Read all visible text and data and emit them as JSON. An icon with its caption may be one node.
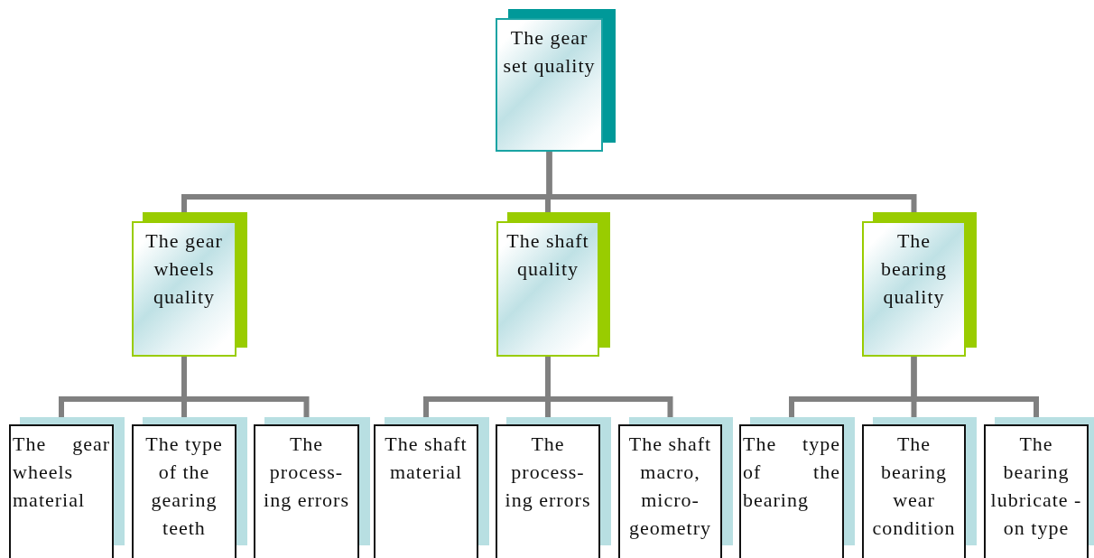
{
  "diagram": {
    "nodes": [
      {
        "text": [
          "The gear set quality"
        ]
      },
      {
        "text": [
          "The gear wheels quality"
        ]
      },
      {
        "text": [
          "The shaft quality"
        ]
      },
      {
        "text": [
          "The bearing quality"
        ]
      },
      {
        "text": [
          "The gear wheels material"
        ]
      },
      {
        "text": [
          "The type of the gearing teeth"
        ]
      },
      {
        "text": [
          "The process-ing errors"
        ]
      },
      {
        "text": [
          "The shaft material"
        ]
      },
      {
        "text": [
          "The process-ing errors"
        ]
      },
      {
        "text": [
          "The shaft macro, micro-geometry"
        ]
      },
      {
        "text": [
          "The type of the bearing"
        ]
      },
      {
        "text": [
          "The bearing wear condition"
        ]
      },
      {
        "text": [
          "The bearing lubricate -on type"
        ]
      }
    ],
    "edges": [
      {
        "from": 0,
        "to": 1,
        "arrow": "none"
      },
      {
        "from": 0,
        "to": 2,
        "arrow": "none"
      },
      {
        "from": 0,
        "to": 3,
        "arrow": "none"
      },
      {
        "from": 1,
        "to": 4,
        "arrow": "none"
      },
      {
        "from": 1,
        "to": 5,
        "arrow": "none"
      },
      {
        "from": 1,
        "to": 6,
        "arrow": "none"
      },
      {
        "from": 2,
        "to": 7,
        "arrow": "none"
      },
      {
        "from": 2,
        "to": 8,
        "arrow": "none"
      },
      {
        "from": 2,
        "to": 9,
        "arrow": "none"
      },
      {
        "from": 3,
        "to": 10,
        "arrow": "none"
      },
      {
        "from": 3,
        "to": 11,
        "arrow": "none"
      },
      {
        "from": 3,
        "to": 12,
        "arrow": "none"
      }
    ]
  }
}
